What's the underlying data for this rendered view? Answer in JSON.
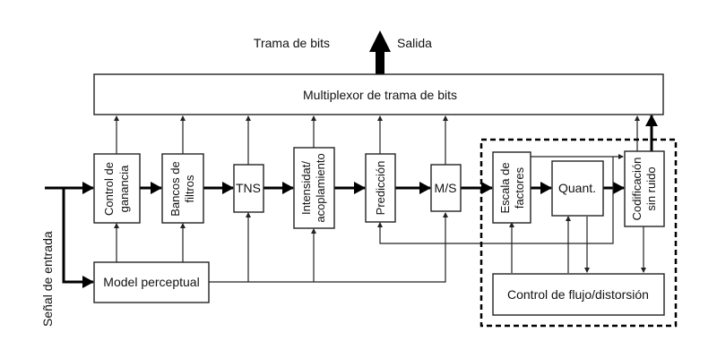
{
  "diagram": {
    "top_labels": {
      "left": "Trama de bits",
      "right": "Salida"
    },
    "input_label": "Señal de entrada",
    "blocks": {
      "mux": "Multiplexor de trama de bits",
      "gain": [
        "Control de",
        "ganancia"
      ],
      "filters": [
        "Bancos de",
        "filtros"
      ],
      "tns": "TNS",
      "intensity": [
        "Intensidat/",
        "acoplamiento"
      ],
      "prediction": "Predicción",
      "ms": "M/S",
      "scale": [
        "Escala de",
        "factores"
      ],
      "quant": "Quant.",
      "coding": [
        "Codificación",
        "sin ruido"
      ],
      "perceptual": "Model perceptual",
      "rate_control": "Control de flujo/distorsión"
    }
  }
}
